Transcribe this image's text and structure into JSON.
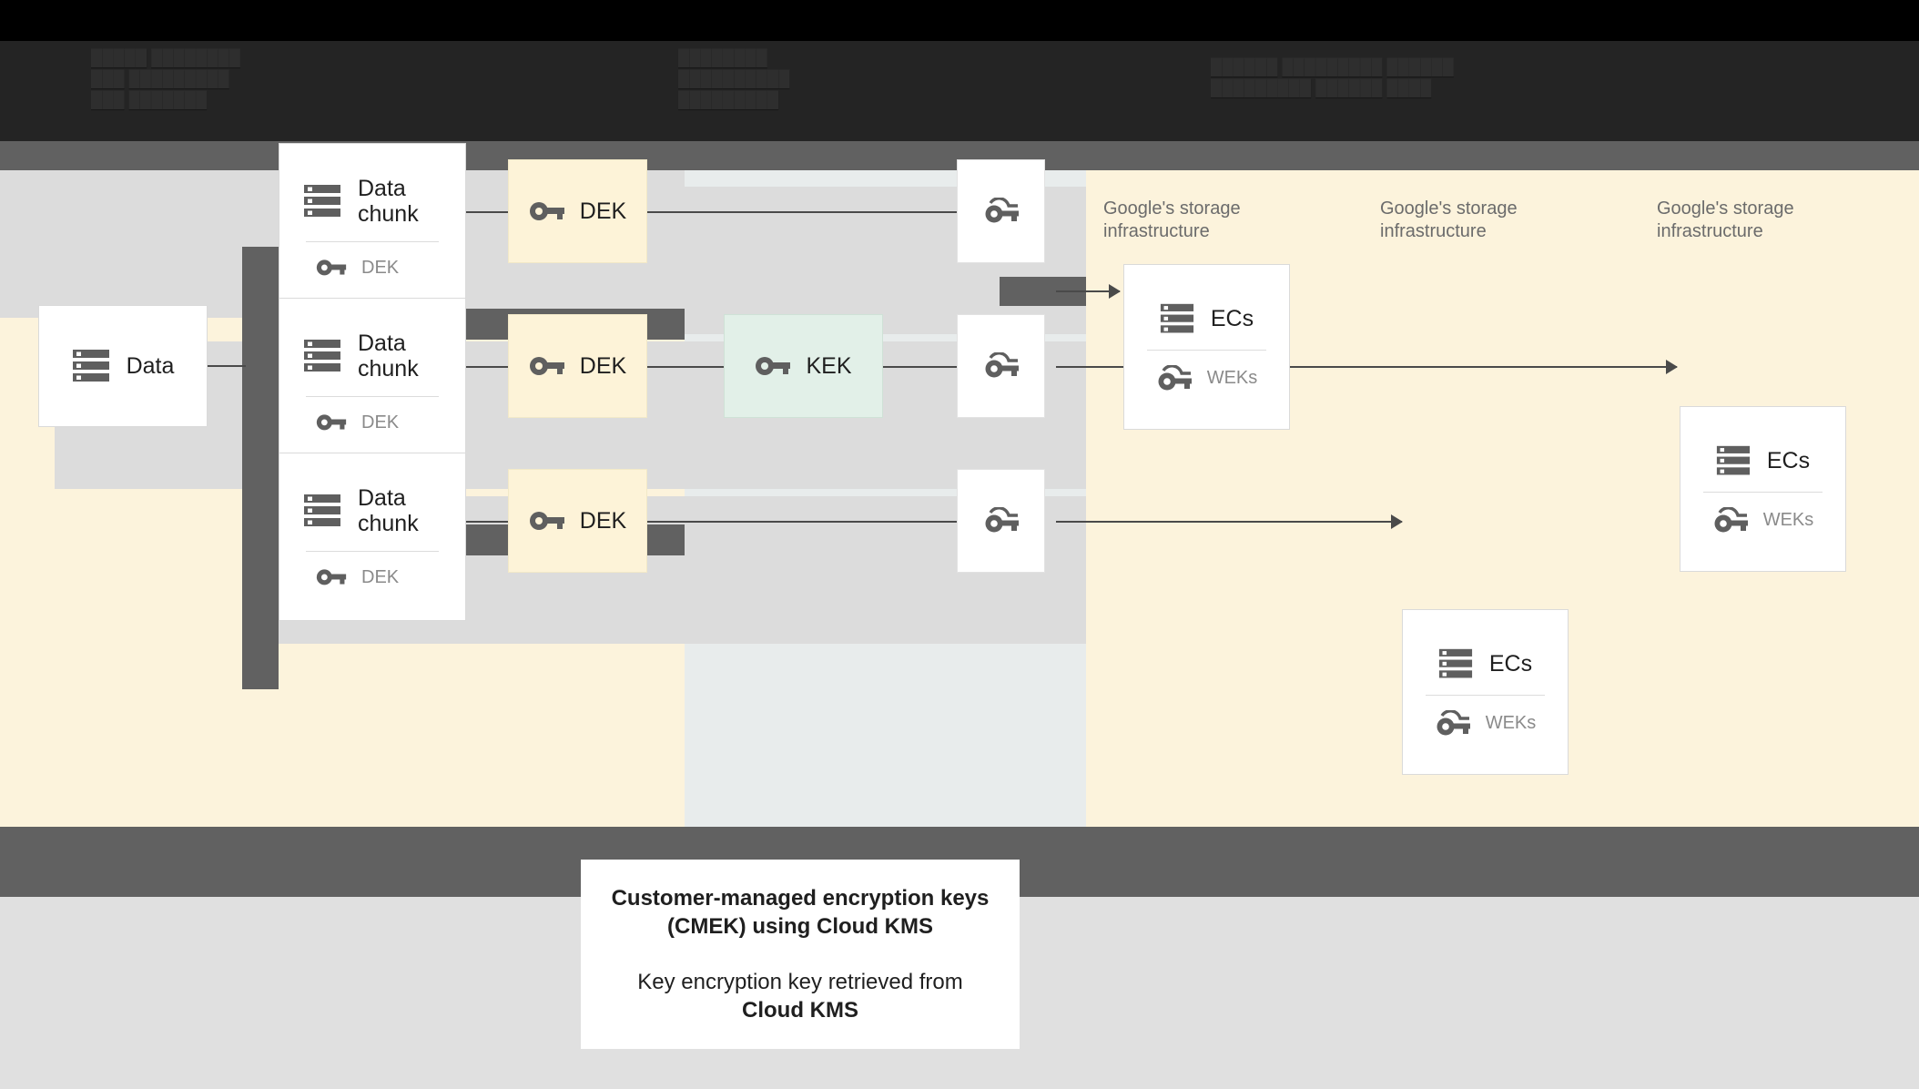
{
  "header": {
    "obscured": true,
    "columns": [
      [
        "█████  ████████",
        "███  █████████",
        "███  ███████"
      ],
      [
        "████████",
        "██████████",
        "█████████"
      ],
      [
        "██████ █████████ ██████",
        "█████████ ██████ ████"
      ]
    ]
  },
  "diagram": {
    "source": {
      "label": "Data",
      "icon": "server-icon"
    },
    "chunks": [
      {
        "title": "Data\nchunk",
        "key_label": "DEK",
        "icon": "server-icon",
        "key_icon": "key-icon"
      },
      {
        "title": "Data\nchunk",
        "key_label": "DEK",
        "icon": "server-icon",
        "key_icon": "key-icon"
      },
      {
        "title": "Data\nchunk",
        "key_label": "DEK",
        "icon": "server-icon",
        "key_icon": "key-icon"
      }
    ],
    "deks": [
      {
        "label": "DEK",
        "icon": "key-icon"
      },
      {
        "label": "DEK",
        "icon": "key-icon"
      },
      {
        "label": "DEK",
        "icon": "key-icon"
      }
    ],
    "kek": {
      "label": "KEK",
      "icon": "key-icon"
    },
    "wrapped_keys": [
      {
        "label": "",
        "icon": "wrapped-key-icon"
      },
      {
        "label": "",
        "icon": "wrapped-key-icon"
      },
      {
        "label": "",
        "icon": "wrapped-key-icon"
      }
    ],
    "infra_labels": [
      "Google's storage\ninfrastructure",
      "Google's storage\ninfrastructure",
      "Google's storage\ninfrastructure"
    ],
    "storage_cards": [
      {
        "title": "ECs",
        "key_label": "WEKs",
        "icon": "server-icon",
        "key_icon": "wrapped-key-icon"
      },
      {
        "title": "ECs",
        "key_label": "WEKs",
        "icon": "server-icon",
        "key_icon": "wrapped-key-icon"
      },
      {
        "title": "ECs",
        "key_label": "WEKs",
        "icon": "server-icon",
        "key_icon": "wrapped-key-icon"
      }
    ]
  },
  "caption": {
    "line1": "Customer-managed encryption keys",
    "line2": "(CMEK) using Cloud KMS",
    "line3": "Key encryption key retrieved from",
    "line4": "Cloud KMS"
  },
  "colors": {
    "canvas_bg": "#fcf3dc",
    "mid_panel_bg": "#e8ecec",
    "row_band": "#dcdcdc",
    "fork": "#616161",
    "dek_chip": "#fdf3d8",
    "kek_chip": "#e2f0e8",
    "card_bg": "#ffffff",
    "page_bg": "#e0e0e0",
    "header_bg": "#242424",
    "wire": "#4a4a4a",
    "muted_text": "#8a8a8a",
    "label_text": "#6b6b6b"
  }
}
